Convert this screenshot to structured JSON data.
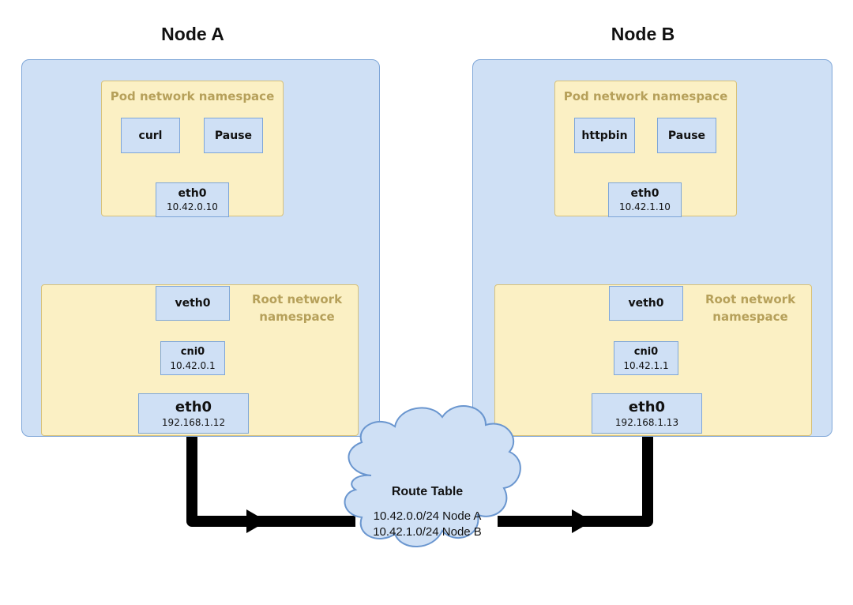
{
  "nodes": [
    {
      "title": "Node A",
      "pod_namespace": {
        "label": "Pod network namespace",
        "containers": [
          "curl",
          "Pause"
        ],
        "eth0": {
          "name": "eth0",
          "ip": "10.42.0.10"
        }
      },
      "root_namespace": {
        "label_line1": "Root network",
        "label_line2": "namespace",
        "veth0": {
          "name": "veth0"
        },
        "cni0": {
          "name": "cni0",
          "ip": "10.42.0.1"
        },
        "eth0": {
          "name": "eth0",
          "ip": "192.168.1.12"
        }
      }
    },
    {
      "title": "Node B",
      "pod_namespace": {
        "label": "Pod network namespace",
        "containers": [
          "httpbin",
          "Pause"
        ],
        "eth0": {
          "name": "eth0",
          "ip": "10.42.1.10"
        }
      },
      "root_namespace": {
        "label_line1": "Root network",
        "label_line2": "namespace",
        "veth0": {
          "name": "veth0"
        },
        "cni0": {
          "name": "cni0",
          "ip": "10.42.1.1"
        },
        "eth0": {
          "name": "eth0",
          "ip": "192.168.1.13"
        }
      }
    }
  ],
  "route_table": {
    "title": "Route Table",
    "entries": [
      "10.42.0.0/24 Node A",
      "10.42.1.0/24 Node B"
    ]
  },
  "colors": {
    "node_fill": "#cfe0f5",
    "node_border": "#7ea6d8",
    "namespace_fill": "#fbf0c4",
    "namespace_border": "#d8c27a",
    "namespace_label": "#b6a05a",
    "link": "#000000"
  }
}
